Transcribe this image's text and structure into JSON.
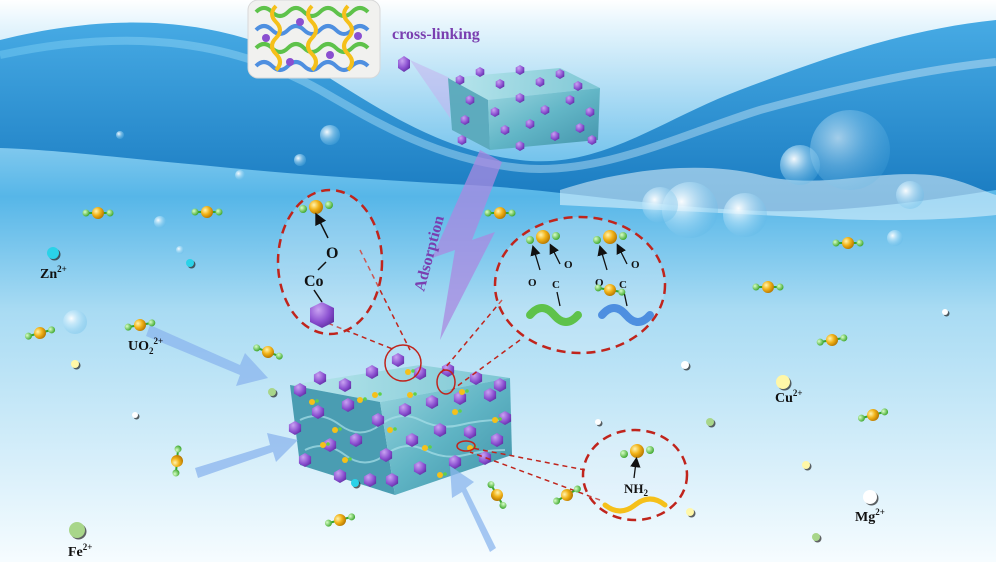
{
  "labels": {
    "cross_linking": "cross-linking",
    "adsorption": "Adsorption"
  },
  "ions": {
    "zn": {
      "base": "Zn",
      "charge": "2+"
    },
    "uo2": {
      "base": "UO",
      "sub": "2",
      "charge": "2+"
    },
    "fe": {
      "base": "Fe",
      "charge": "2+"
    },
    "cu": {
      "base": "Cu",
      "charge": "2+"
    },
    "mg": {
      "base": "Mg",
      "charge": "2+"
    }
  },
  "chemistry": {
    "co_site": {
      "metal": "Co",
      "oxygen": "O"
    },
    "carboxyl": {
      "o": "O",
      "c": "C",
      "o2": "O"
    },
    "amine": {
      "n": "NH",
      "sub": "2"
    }
  },
  "colors": {
    "water_top": "#1a8fd6",
    "water_mid": "#7ccbee",
    "water_bottom": "#f4fbff",
    "hydrogel": "#6fc3cf",
    "crystal": "#8a4fd0",
    "uranyl": "#f2b318",
    "oxygen_green": "#5ed14a",
    "dashed_red": "#c0241c",
    "arrow_blue": "#8bb5ee",
    "arrow_purple": "#a98ae0"
  }
}
